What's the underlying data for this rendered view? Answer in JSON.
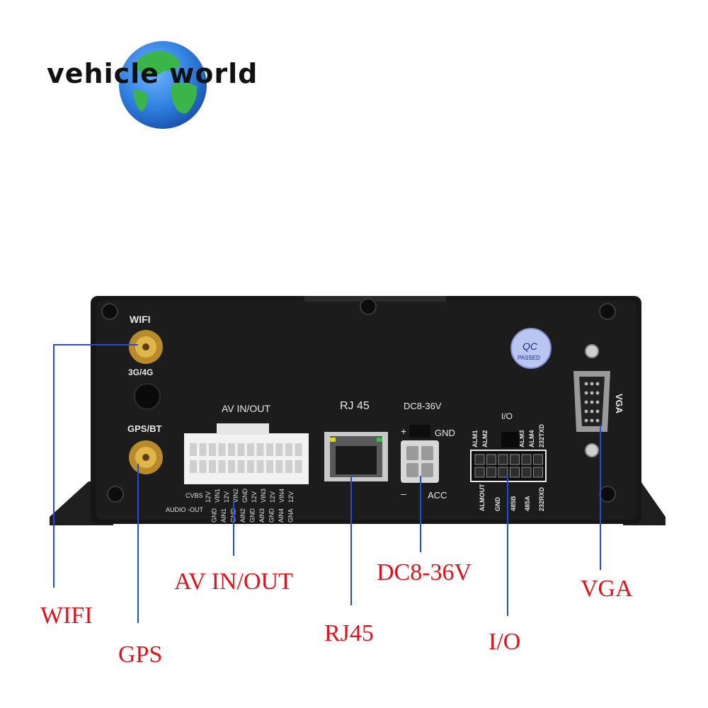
{
  "brand": {
    "name": "vehicle world"
  },
  "device": {
    "panel_labels": {
      "wifi": "WIFI",
      "g34": "3G/4G",
      "gps_bt": "GPS/BT",
      "av": "AV IN/OUT",
      "rj45": "RJ 45",
      "dc": "DC8-36V",
      "plus": "+",
      "gnd": "GND",
      "minus": "–",
      "acc": "ACC",
      "io": "I/O",
      "vga": "VGA",
      "qc": "QC",
      "passed": "PASSED"
    },
    "av_pins_top": [
      "CVBS",
      "12V",
      "VIN1",
      "12V",
      "VIN2",
      "GND",
      "12V",
      "VIN3",
      "12V",
      "VIN4",
      "12V"
    ],
    "av_pins_bottom": [
      "AUDIO -OUT",
      "GND",
      "AIN1",
      "GND",
      "AIN2",
      "GND",
      "AIN3",
      "GND",
      "AIN4",
      "GNA"
    ],
    "io_pins_top": [
      "ALM1",
      "ALM2",
      "ALM3",
      "ALM4",
      "232TXD"
    ],
    "io_pins_bottom": [
      "ALMOUT",
      "GND",
      "485B",
      "485A",
      "232RXD"
    ]
  },
  "callouts": {
    "wifi": "WIFI",
    "gps": "GPS",
    "av": "AV  IN/OUT",
    "rj45": "RJ45",
    "dc": "DC8-36V",
    "io": "I/O",
    "vga": "VGA"
  },
  "colors": {
    "callout_text": "#e0121c",
    "leader_line": "#1f4fd6",
    "device_body": "#161616",
    "globe_ocean": "#2f7fe0",
    "globe_land": "#39b54a"
  }
}
